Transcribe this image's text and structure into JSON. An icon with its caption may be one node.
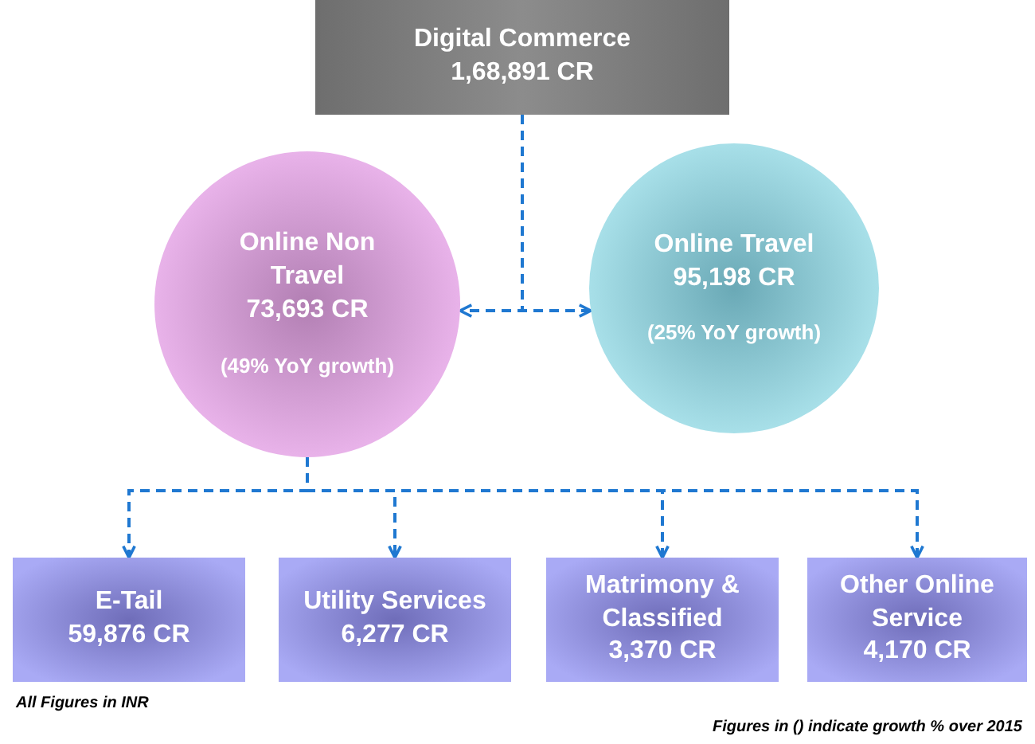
{
  "diagram": {
    "nodes": [
      {
        "text": [
          "Digital Commerce",
          "1,68,891 CR"
        ]
      },
      {
        "text": [
          "Online Non Travel",
          "73,693 CR",
          "(49% YoY growth)"
        ]
      },
      {
        "text": [
          "Online Travel",
          "95,198 CR",
          "(25% YoY growth)"
        ]
      },
      {
        "text": [
          "E-Tail",
          "59,876 CR"
        ]
      },
      {
        "text": [
          "Utility Services",
          "6,277 CR"
        ]
      },
      {
        "text": [
          "Matrimony & Classified",
          "3,370 CR"
        ]
      },
      {
        "text": [
          "Other Online Service",
          "4,170 CR"
        ]
      }
    ],
    "edges": [
      {
        "from": 0,
        "to": 1,
        "arrow": "to",
        "style": "dashed"
      },
      {
        "from": 0,
        "to": 2,
        "arrow": "to",
        "style": "dashed"
      },
      {
        "from": 1,
        "to": 3,
        "arrow": "to",
        "style": "dashed"
      },
      {
        "from": 1,
        "to": 4,
        "arrow": "to",
        "style": "dashed"
      },
      {
        "from": 1,
        "to": 5,
        "arrow": "to",
        "style": "dashed"
      },
      {
        "from": 1,
        "to": 6,
        "arrow": "to",
        "style": "dashed"
      }
    ],
    "labels": [
      "All Figures in INR",
      "Figures in () indicate growth % over 2015"
    ]
  }
}
